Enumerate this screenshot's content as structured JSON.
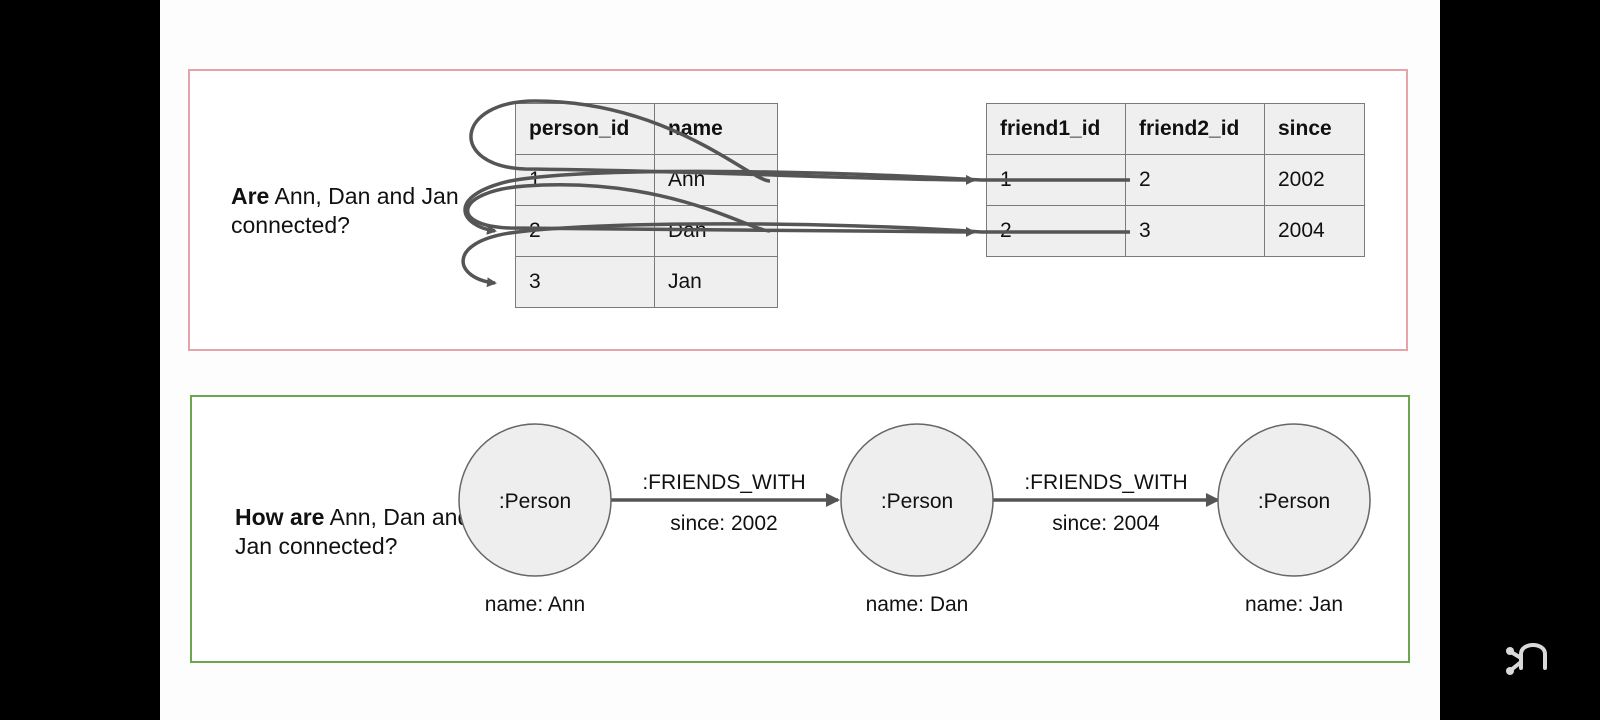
{
  "relational": {
    "question_bold": "Are",
    "question_rest": " Ann, Dan and Jan connected?",
    "person_table": {
      "headers": [
        "person_id",
        "name"
      ],
      "rows": [
        [
          "1",
          "Ann"
        ],
        [
          "2",
          "Dan"
        ],
        [
          "3",
          "Jan"
        ]
      ]
    },
    "friends_table": {
      "headers": [
        "friend1_id",
        "friend2_id",
        "since"
      ],
      "rows": [
        [
          "1",
          "2",
          "2002"
        ],
        [
          "2",
          "3",
          "2004"
        ]
      ]
    }
  },
  "graph": {
    "question_bold": "How are",
    "question_rest": " Ann, Dan and Jan connected?",
    "nodes": [
      {
        "label": ":Person",
        "property": "name: Ann"
      },
      {
        "label": ":Person",
        "property": "name: Dan"
      },
      {
        "label": ":Person",
        "property": "name: Jan"
      }
    ],
    "relationships": [
      {
        "type": ":FRIENDS_WITH",
        "property": "since: 2002"
      },
      {
        "type": ":FRIENDS_WITH",
        "property": "since: 2004"
      }
    ]
  },
  "colors": {
    "relational_border": "#e6a4a8",
    "graph_border": "#6aa84f",
    "cell_fill": "#efefef",
    "node_fill": "#eeeeee",
    "arrow": "#555555"
  },
  "logo_icon": "neo4j-logo-icon"
}
